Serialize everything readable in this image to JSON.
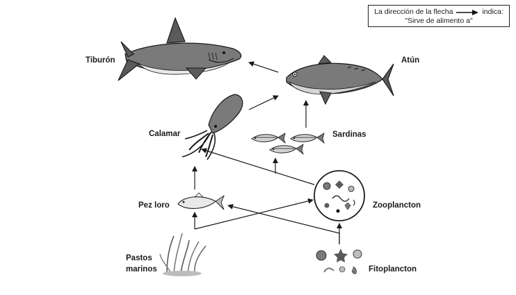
{
  "legend": {
    "line1_prefix": "La dirección de la flecha",
    "line1_suffix": "indica:",
    "line2": "\"Sirve de alimento a\""
  },
  "nodes": {
    "tiburon": "Tiburón",
    "atun": "Atún",
    "calamar": "Calamar",
    "sardinas": "Sardinas",
    "pez_loro": "Pez loro",
    "zooplancton": "Zooplancton",
    "pastos_marinos_1": "Pastos",
    "pastos_marinos_2": "marinos",
    "fitoplancton": "Fitoplancton"
  },
  "relations": [
    {
      "from": "Atún",
      "to": "Tiburón"
    },
    {
      "from": "Calamar",
      "to": "Atún"
    },
    {
      "from": "Sardinas",
      "to": "Atún"
    },
    {
      "from": "Pez loro",
      "to": "Calamar"
    },
    {
      "from": "Zooplancton",
      "to": "Calamar"
    },
    {
      "from": "Zooplancton",
      "to": "Sardinas"
    },
    {
      "from": "Pastos marinos",
      "to": "Pez loro"
    },
    {
      "from": "Pastos marinos",
      "to": "Zooplancton"
    },
    {
      "from": "Fitoplancton",
      "to": "Zooplancton"
    },
    {
      "from": "Fitoplancton",
      "to": "Pez loro"
    }
  ],
  "colors": {
    "ink": "#1a1a1a",
    "shade": "#7a7a7a",
    "light": "#d4d4d4"
  }
}
